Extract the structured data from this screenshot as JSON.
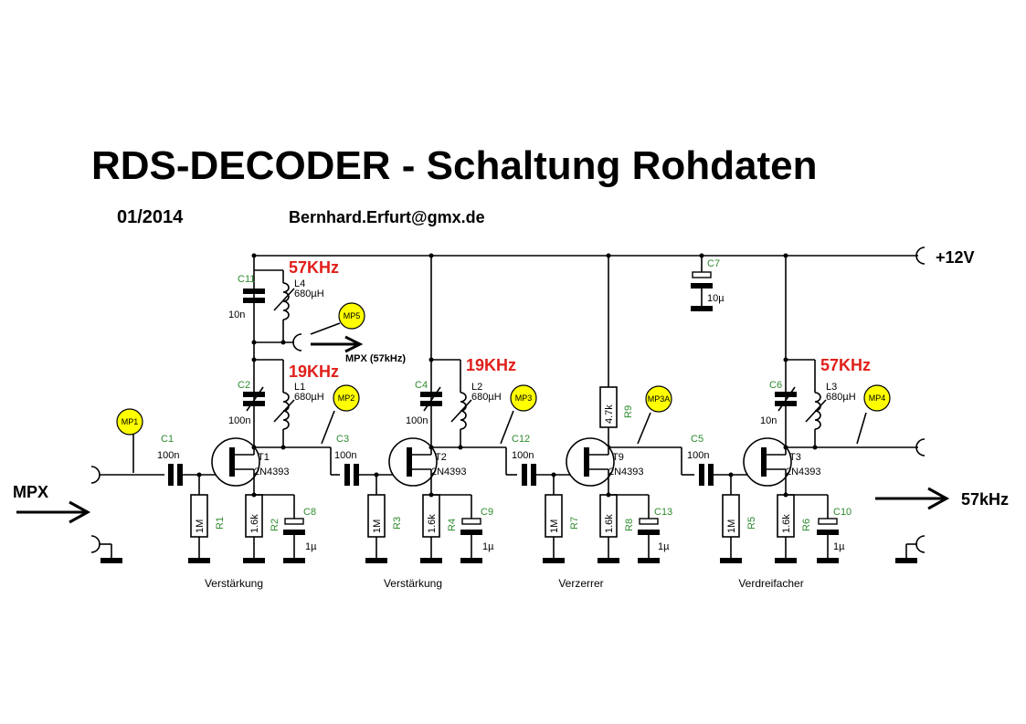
{
  "title": "RDS-DECODER - Schaltung Rohdaten",
  "date": "01/2014",
  "email": "Bernhard.Erfurt@gmx.de",
  "supply": "+12V",
  "input_label": "MPX",
  "output_label": "57kHz",
  "tap_label": "MPX (57kHz)",
  "freq_labels": {
    "f57a": "57KHz",
    "f19a": "19KHz",
    "f19b": "19KHz",
    "f57b": "57KHz"
  },
  "test_points": [
    "MP1",
    "MP2",
    "MP3",
    "MP3A",
    "MP4",
    "MP5"
  ],
  "stages": [
    "Verstärkung",
    "Verstärkung",
    "Verzerrer",
    "Verdreifacher"
  ],
  "inductors": [
    {
      "ref": "L4",
      "value": "680µH"
    },
    {
      "ref": "L1",
      "value": "680µH"
    },
    {
      "ref": "L2",
      "value": "680µH"
    },
    {
      "ref": "L3",
      "value": "680µH"
    }
  ],
  "transistors": [
    {
      "ref": "T1",
      "type": "2N4393"
    },
    {
      "ref": "T2",
      "type": "2N4393"
    },
    {
      "ref": "T9",
      "type": "2N4393"
    },
    {
      "ref": "T3",
      "type": "2N4393"
    }
  ],
  "capacitors": [
    {
      "ref": "C1",
      "value": "100n"
    },
    {
      "ref": "C3",
      "value": "100n"
    },
    {
      "ref": "C12",
      "value": "100n"
    },
    {
      "ref": "C5",
      "value": "100n"
    },
    {
      "ref": "C11",
      "value": "10n"
    },
    {
      "ref": "C2",
      "value": "100n"
    },
    {
      "ref": "C4",
      "value": "100n"
    },
    {
      "ref": "C6",
      "value": "10n"
    },
    {
      "ref": "C7",
      "value": "10µ"
    },
    {
      "ref": "C8",
      "value": "1µ"
    },
    {
      "ref": "C9",
      "value": "1µ"
    },
    {
      "ref": "C13",
      "value": "1µ"
    },
    {
      "ref": "C10",
      "value": "1µ"
    }
  ],
  "resistors": [
    {
      "ref": "R1",
      "value": "1M"
    },
    {
      "ref": "R2",
      "value": "1.6k"
    },
    {
      "ref": "R3",
      "value": "1M"
    },
    {
      "ref": "R4",
      "value": "1.6k"
    },
    {
      "ref": "R7",
      "value": "1M"
    },
    {
      "ref": "R8",
      "value": "1.6k"
    },
    {
      "ref": "R5",
      "value": "1M"
    },
    {
      "ref": "R6",
      "value": "1.6k"
    },
    {
      "ref": "R9",
      "value": "4.7k"
    }
  ]
}
